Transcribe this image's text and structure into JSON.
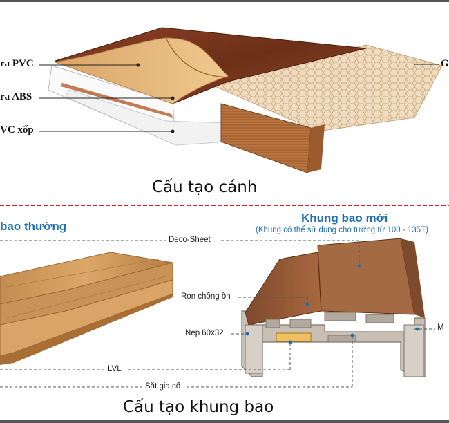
{
  "top": {
    "labels": {
      "pvc": "ra PVC",
      "abs": "ra ABS",
      "foam": "VC xốp",
      "right": "G"
    },
    "caption": "Cấu tạo cánh"
  },
  "bottom": {
    "left_title": "bao thường",
    "right_title": "Khung bao mới",
    "right_subtitle": "(Khung có thể sử dụng cho tường từ 100 - 135T)",
    "labels": {
      "deco": "Deco-Sheet",
      "ron": "Ron chống ồn",
      "nep": "Nẹp 60x32",
      "lvl": "LVL",
      "sat": "Sắt gia cố",
      "right": "M"
    },
    "caption": "Cấu tạo khung bao"
  },
  "colors": {
    "divider_red": "#e02020",
    "heading_blue": "#1f6fb5",
    "wood_dark": "#7a3a1f",
    "veneer_tan": "#e6b77f",
    "frame_gray": "#c9bfb5"
  }
}
